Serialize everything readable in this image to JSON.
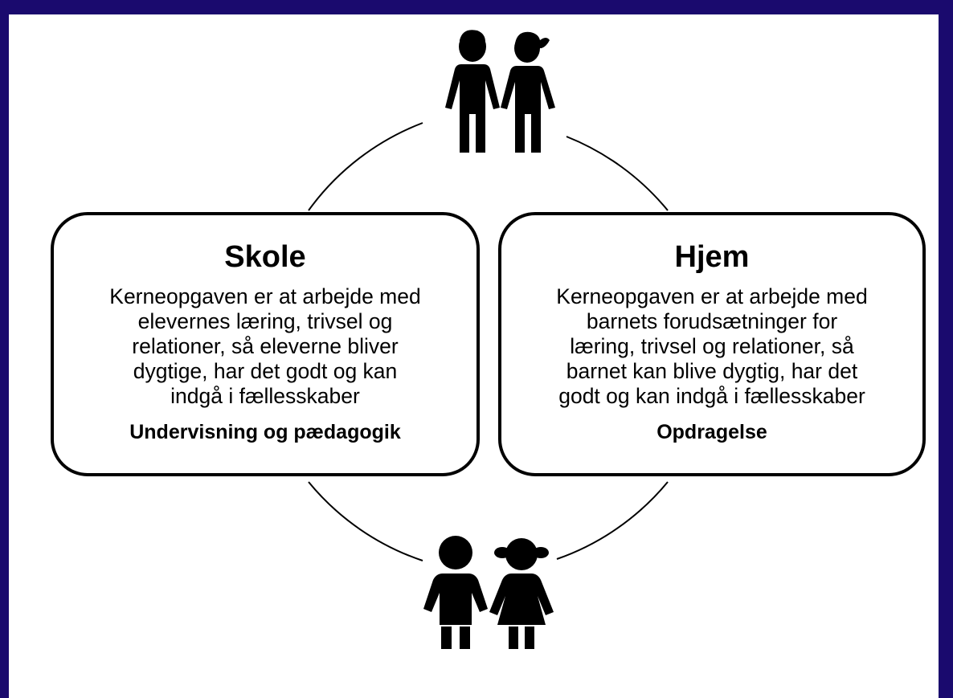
{
  "school": {
    "title": "Skole",
    "lines": [
      "Kerneopgaven er at arbejde med",
      "elevernes læring, trivsel og",
      "relationer, så eleverne bliver",
      "dygtige, har det godt og kan",
      "indgå i fællesskaber"
    ],
    "footer": "Undervisning og pædagogik"
  },
  "home": {
    "title": "Hjem",
    "lines": [
      "Kerneopgaven er at arbejde med",
      "barnets forudsætninger for",
      "læring, trivsel og relationer, så",
      "barnet kan blive dygtig, har det",
      "godt og kan indgå i fællesskaber"
    ],
    "footer": "Opdragelse"
  },
  "icons": {
    "top": "older-boy-and-girl-icon",
    "bottom": "young-boy-and-girl-icon"
  },
  "colors": {
    "frame": "#1a0a6e",
    "background": "#ffffff",
    "ink": "#000000"
  }
}
